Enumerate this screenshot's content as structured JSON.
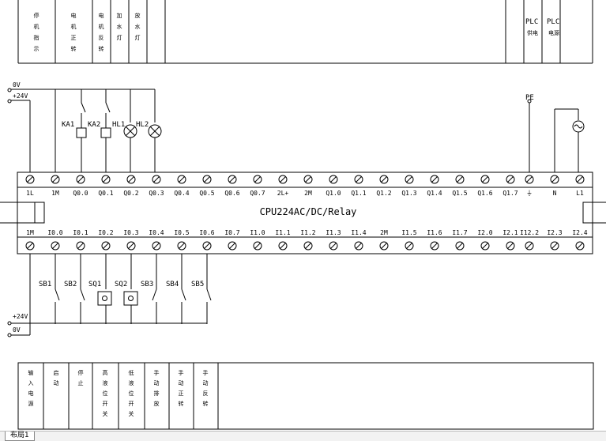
{
  "top_table_labels": [
    "停机指示",
    "电机正转",
    "电机反转",
    "加水灯",
    "放水灯"
  ],
  "right_table_labels": [
    [
      "PLC",
      "供电"
    ],
    [
      "PLC",
      "电源"
    ]
  ],
  "bottom_table_labels": [
    "输入电源",
    "启动",
    "停止",
    "高液位开关",
    "低液位开关",
    "手动排放",
    "手动正转",
    "手动反转"
  ],
  "rails": {
    "upper": [
      "0V",
      "+24V"
    ],
    "lower": [
      "+24V",
      "0V"
    ]
  },
  "plc_model": "CPU224AC/DC/Relay",
  "top_terminals": [
    "1L",
    "1M",
    "Q0.0",
    "Q0.1",
    "Q0.2",
    "Q0.3",
    "Q0.4",
    "Q0.5",
    "Q0.6",
    "Q0.7",
    "2L+",
    "2M",
    "Q1.0",
    "Q1.1",
    "Q1.2",
    "Q1.3",
    "Q1.4",
    "Q1.5",
    "Q1.6",
    "Q1.7",
    "⏚",
    "N",
    "L1"
  ],
  "bottom_terminals": [
    "1M",
    "I0.0",
    "I0.1",
    "I0.2",
    "I0.3",
    "I0.4",
    "I0.5",
    "I0.6",
    "I0.7",
    "I1.0",
    "I1.1",
    "I1.2",
    "I1.3",
    "I1.4",
    "2M",
    "I1.5",
    "I1.6",
    "I1.7",
    "I2.0",
    "I2.1",
    "I12.2",
    "I2.3",
    "I2.4"
  ],
  "output_devices": [
    "KA1",
    "KA2",
    "HL1",
    "HL2"
  ],
  "input_devices": [
    "SB1",
    "SB2",
    "SQ1",
    "SQ2",
    "SB3",
    "SB4",
    "SB5"
  ],
  "pe_label": "PE",
  "sheet_tab": "布局1"
}
